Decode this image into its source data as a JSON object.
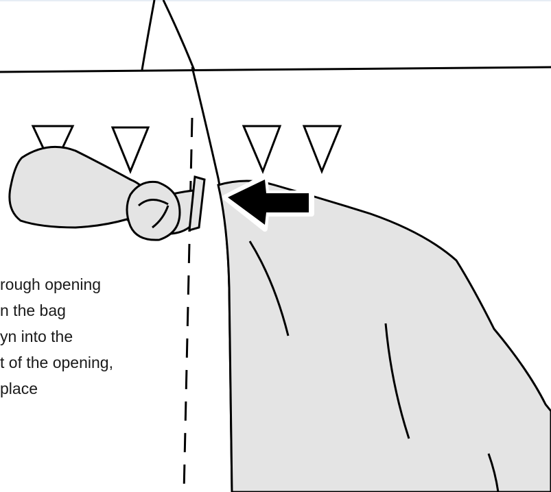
{
  "instruction_text": {
    "lines": [
      "rough opening",
      "n the bag",
      "yn into the",
      "t of the opening,",
      "place"
    ]
  },
  "colors": {
    "stroke": "#000000",
    "fill": "#e4e4e4",
    "text": "#1a1a1a",
    "background": "#ffffff"
  }
}
